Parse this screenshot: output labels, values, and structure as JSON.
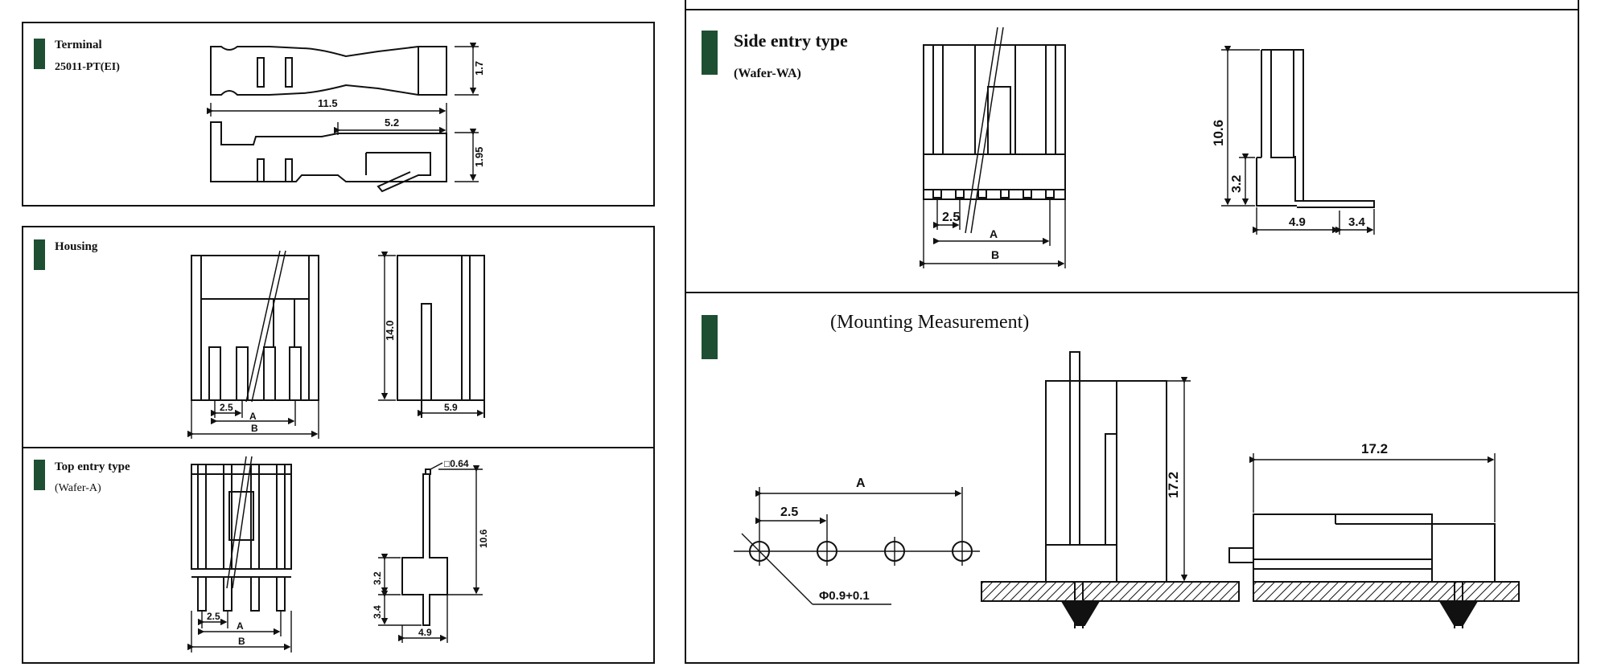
{
  "colors": {
    "ink": "#111111",
    "marker": "#1e4f33",
    "paper": "#ffffff"
  },
  "panels": {
    "terminal": {
      "title": "Terminal",
      "part_no": "25011-PT(EI)",
      "dims": {
        "d1": "1.7",
        "d2": "11.5",
        "d3": "5.2",
        "d4": "1.95"
      }
    },
    "housing": {
      "title": "Housing",
      "dims": {
        "pitch": "2.5",
        "a": "A",
        "b": "B",
        "height": "14.0",
        "depth": "5.9"
      }
    },
    "top_entry": {
      "title": "Top entry type",
      "subtitle": "(Wafer-A)",
      "dims": {
        "pitch": "2.5",
        "a": "A",
        "b": "B",
        "pin": "□0.64",
        "height": "10.6",
        "h2": "3.2",
        "h3": "3.4",
        "depth": "4.9"
      }
    },
    "side_entry": {
      "title": "Side entry type",
      "subtitle": "(Wafer-WA)",
      "dims": {
        "pitch": "2.5",
        "a": "A",
        "b": "B",
        "height": "10.6",
        "h2": "3.2",
        "d1": "4.9",
        "d2": "3.4"
      }
    },
    "mounting": {
      "title": "(Mounting Measurement)",
      "dims": {
        "a": "A",
        "pitch": "2.5",
        "hole": "Φ0.9+0.1",
        "height": "17.2",
        "length": "17.2"
      }
    }
  }
}
